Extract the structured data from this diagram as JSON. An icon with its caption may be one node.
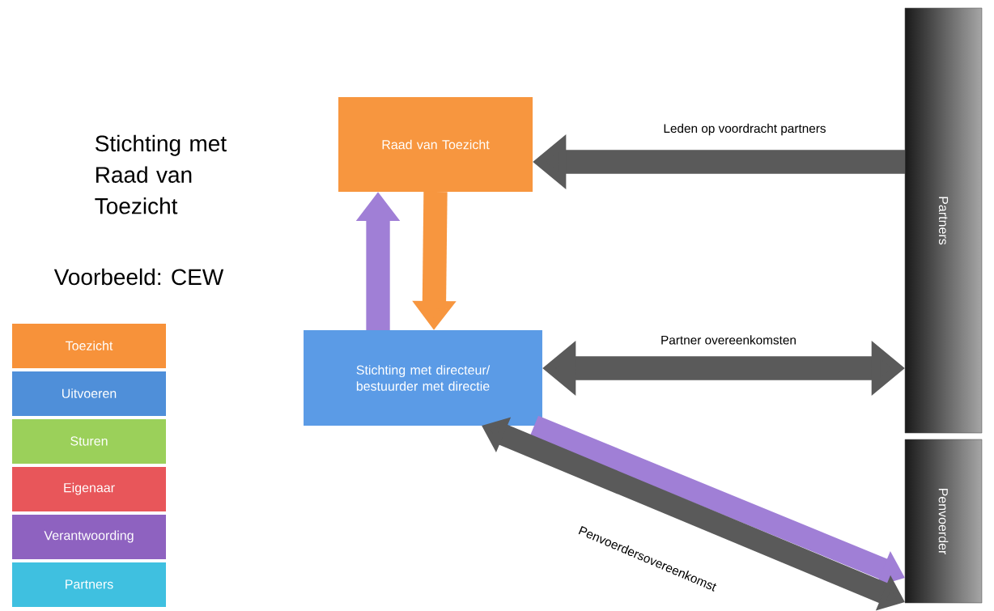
{
  "diagram": {
    "title": "Stichting met Raad van Toezicht",
    "nodes": [
      {
        "text": [
          "Raad van Toezicht"
        ]
      },
      {
        "text": [
          "Stichting met directeur/ bestuurder met directie"
        ]
      },
      {
        "text": [
          "Partners"
        ]
      },
      {
        "text": [
          "Penvoerder"
        ]
      }
    ],
    "edges": [
      {
        "from": 1,
        "to": 0,
        "arrow": "to",
        "color": "#a07fd6"
      },
      {
        "from": 0,
        "to": 1,
        "arrow": "to",
        "color": "#f7963f"
      },
      {
        "from": 2,
        "to": 0,
        "arrow": "to",
        "color": "#5a5a5a",
        "label": "Leden op voordracht partners"
      },
      {
        "from": 1,
        "to": 2,
        "arrow": "both",
        "color": "#5a5a5a",
        "label": "Partner overeenkomsten"
      },
      {
        "from": 1,
        "to": 3,
        "arrow": "to",
        "color": "#a07fd6"
      },
      {
        "from": 1,
        "to": 3,
        "arrow": "both",
        "color": "#5a5a5a",
        "label": "Penvoerdersovereenkomst"
      }
    ],
    "labels": [
      "Voorbeeld: CEW"
    ],
    "legend": [
      {
        "text": "Toezicht",
        "color": "#f7923a"
      },
      {
        "text": "Uitvoeren",
        "color": "#4f8fd9"
      },
      {
        "text": "Sturen",
        "color": "#9bd05a"
      },
      {
        "text": "Eigenaar",
        "color": "#e8565a"
      },
      {
        "text": "Verantwoording",
        "color": "#8e62c0"
      },
      {
        "text": "Partners",
        "color": "#3fc0e0"
      }
    ]
  }
}
